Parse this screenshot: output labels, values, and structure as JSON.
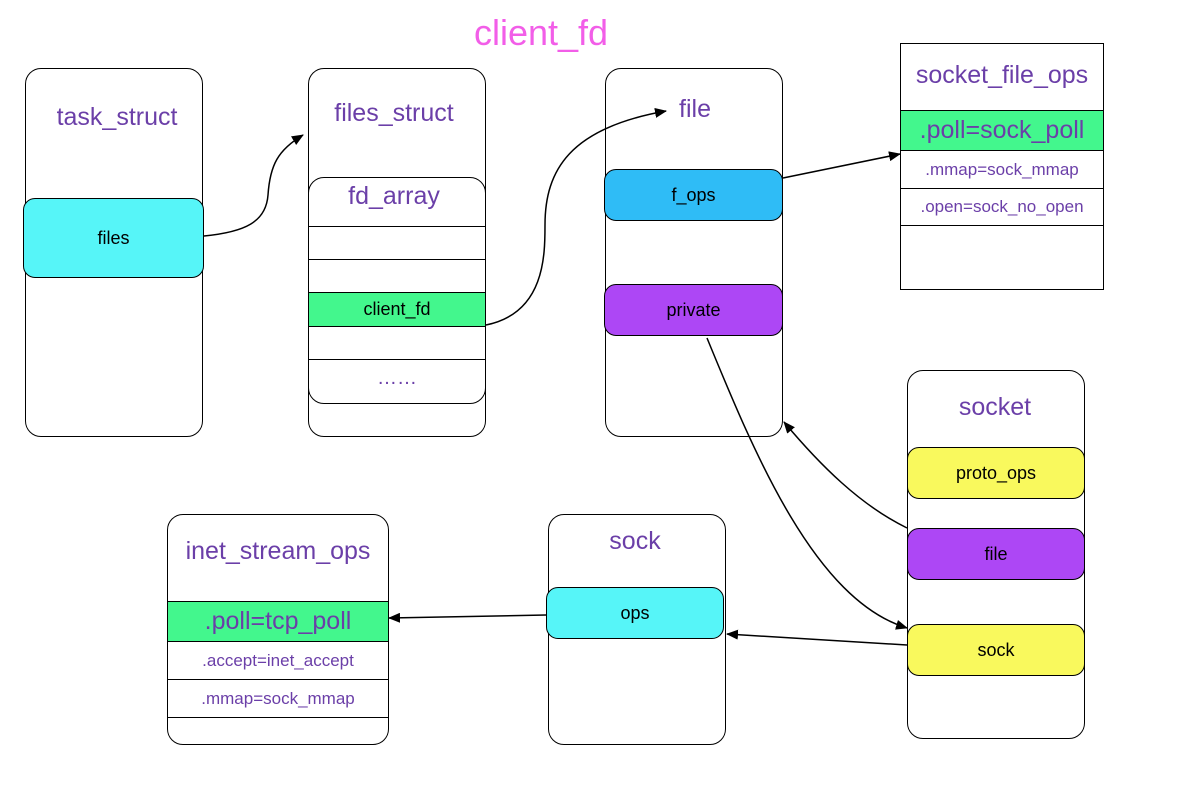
{
  "title": "client_fd",
  "colors": {
    "cyan": "#56f5f8",
    "blue": "#2fbcf6",
    "green": "#43f78d",
    "purple": "#ad47f5",
    "yellow": "#f9f95d",
    "title_pink": "#f25ee8",
    "label_purple": "#6b3fa8"
  },
  "task_struct": {
    "title": "task_struct",
    "field_files": "files"
  },
  "files_struct": {
    "title": "files_struct",
    "fd_array": {
      "title": "fd_array",
      "slots": [
        "",
        "",
        "client_fd",
        "",
        "……"
      ]
    }
  },
  "file": {
    "title": "file",
    "f_ops": "f_ops",
    "private": "private"
  },
  "socket_file_ops": {
    "title": "socket_file_ops",
    "entries": [
      ".poll=sock_poll",
      ".mmap=sock_mmap",
      ".open=sock_no_open",
      ""
    ]
  },
  "socket": {
    "title": "socket",
    "proto_ops": "proto_ops",
    "file": "file",
    "sock": "sock"
  },
  "sock": {
    "title": "sock",
    "ops": "ops"
  },
  "inet_stream_ops": {
    "title": "inet_stream_ops",
    "entries": [
      ".poll=tcp_poll",
      ".accept=inet_accept",
      ".mmap=sock_mmap",
      ""
    ]
  }
}
